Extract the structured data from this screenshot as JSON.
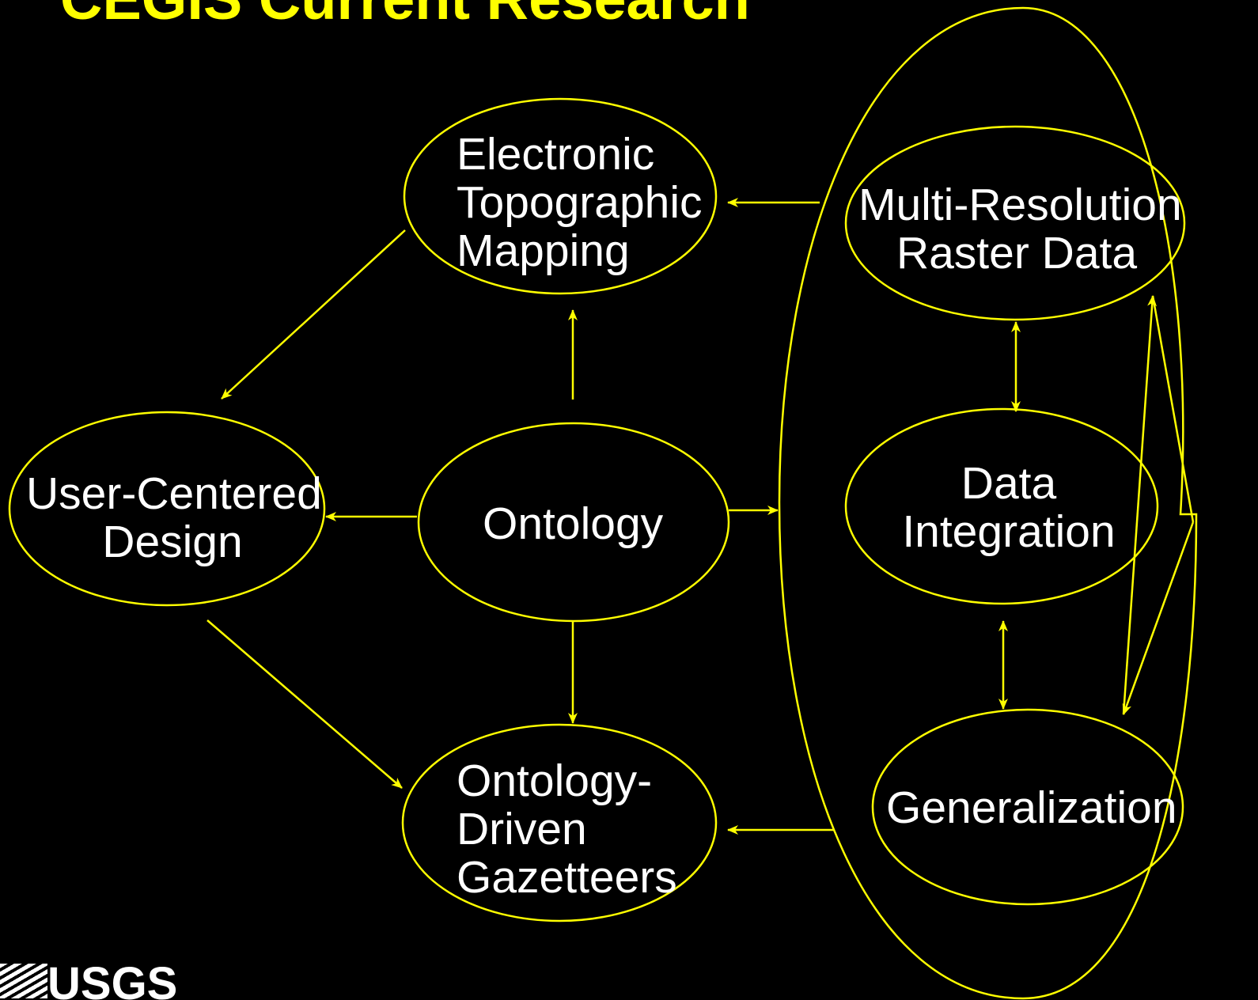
{
  "colors": {
    "background": "#000000",
    "accent": "#FFFF00",
    "text": "#FFFFFF"
  },
  "title": "CEGIS Current Research",
  "nodes": {
    "electronic_topographic_mapping": {
      "lines": [
        "Electronic",
        "Topographic",
        "Mapping"
      ]
    },
    "user_centered_design": {
      "lines": [
        "User-Centered",
        "Design"
      ]
    },
    "ontology": {
      "lines": [
        "Ontology"
      ]
    },
    "ontology_driven_gazetteers": {
      "lines": [
        "Ontology-",
        "Driven",
        "Gazetteers"
      ]
    },
    "multi_resolution_raster_data": {
      "lines": [
        "Multi-Resolution",
        "Raster Data"
      ]
    },
    "data_integration": {
      "lines": [
        "Data",
        "Integration"
      ]
    },
    "generalization": {
      "lines": [
        "Generalization"
      ]
    }
  },
  "edges": [
    {
      "from": "group_enclosure",
      "to": "electronic_topographic_mapping",
      "heads": "end"
    },
    {
      "from": "electronic_topographic_mapping",
      "to": "user_centered_design",
      "heads": "end"
    },
    {
      "from": "ontology",
      "to": "electronic_topographic_mapping",
      "heads": "end"
    },
    {
      "from": "ontology",
      "to": "user_centered_design",
      "heads": "end"
    },
    {
      "from": "ontology",
      "to": "group_enclosure",
      "heads": "end"
    },
    {
      "from": "ontology",
      "to": "ontology_driven_gazetteers",
      "heads": "end"
    },
    {
      "from": "user_centered_design",
      "to": "ontology_driven_gazetteers",
      "heads": "end"
    },
    {
      "from": "group_enclosure",
      "to": "ontology_driven_gazetteers",
      "heads": "end"
    },
    {
      "from": "multi_resolution_raster_data",
      "to": "data_integration",
      "heads": "both"
    },
    {
      "from": "data_integration",
      "to": "generalization",
      "heads": "both"
    },
    {
      "from": "multi_resolution_raster_data",
      "to": "generalization",
      "heads": "both"
    }
  ],
  "logo": {
    "text": "USGS",
    "icon": "usgs-wave-icon"
  }
}
